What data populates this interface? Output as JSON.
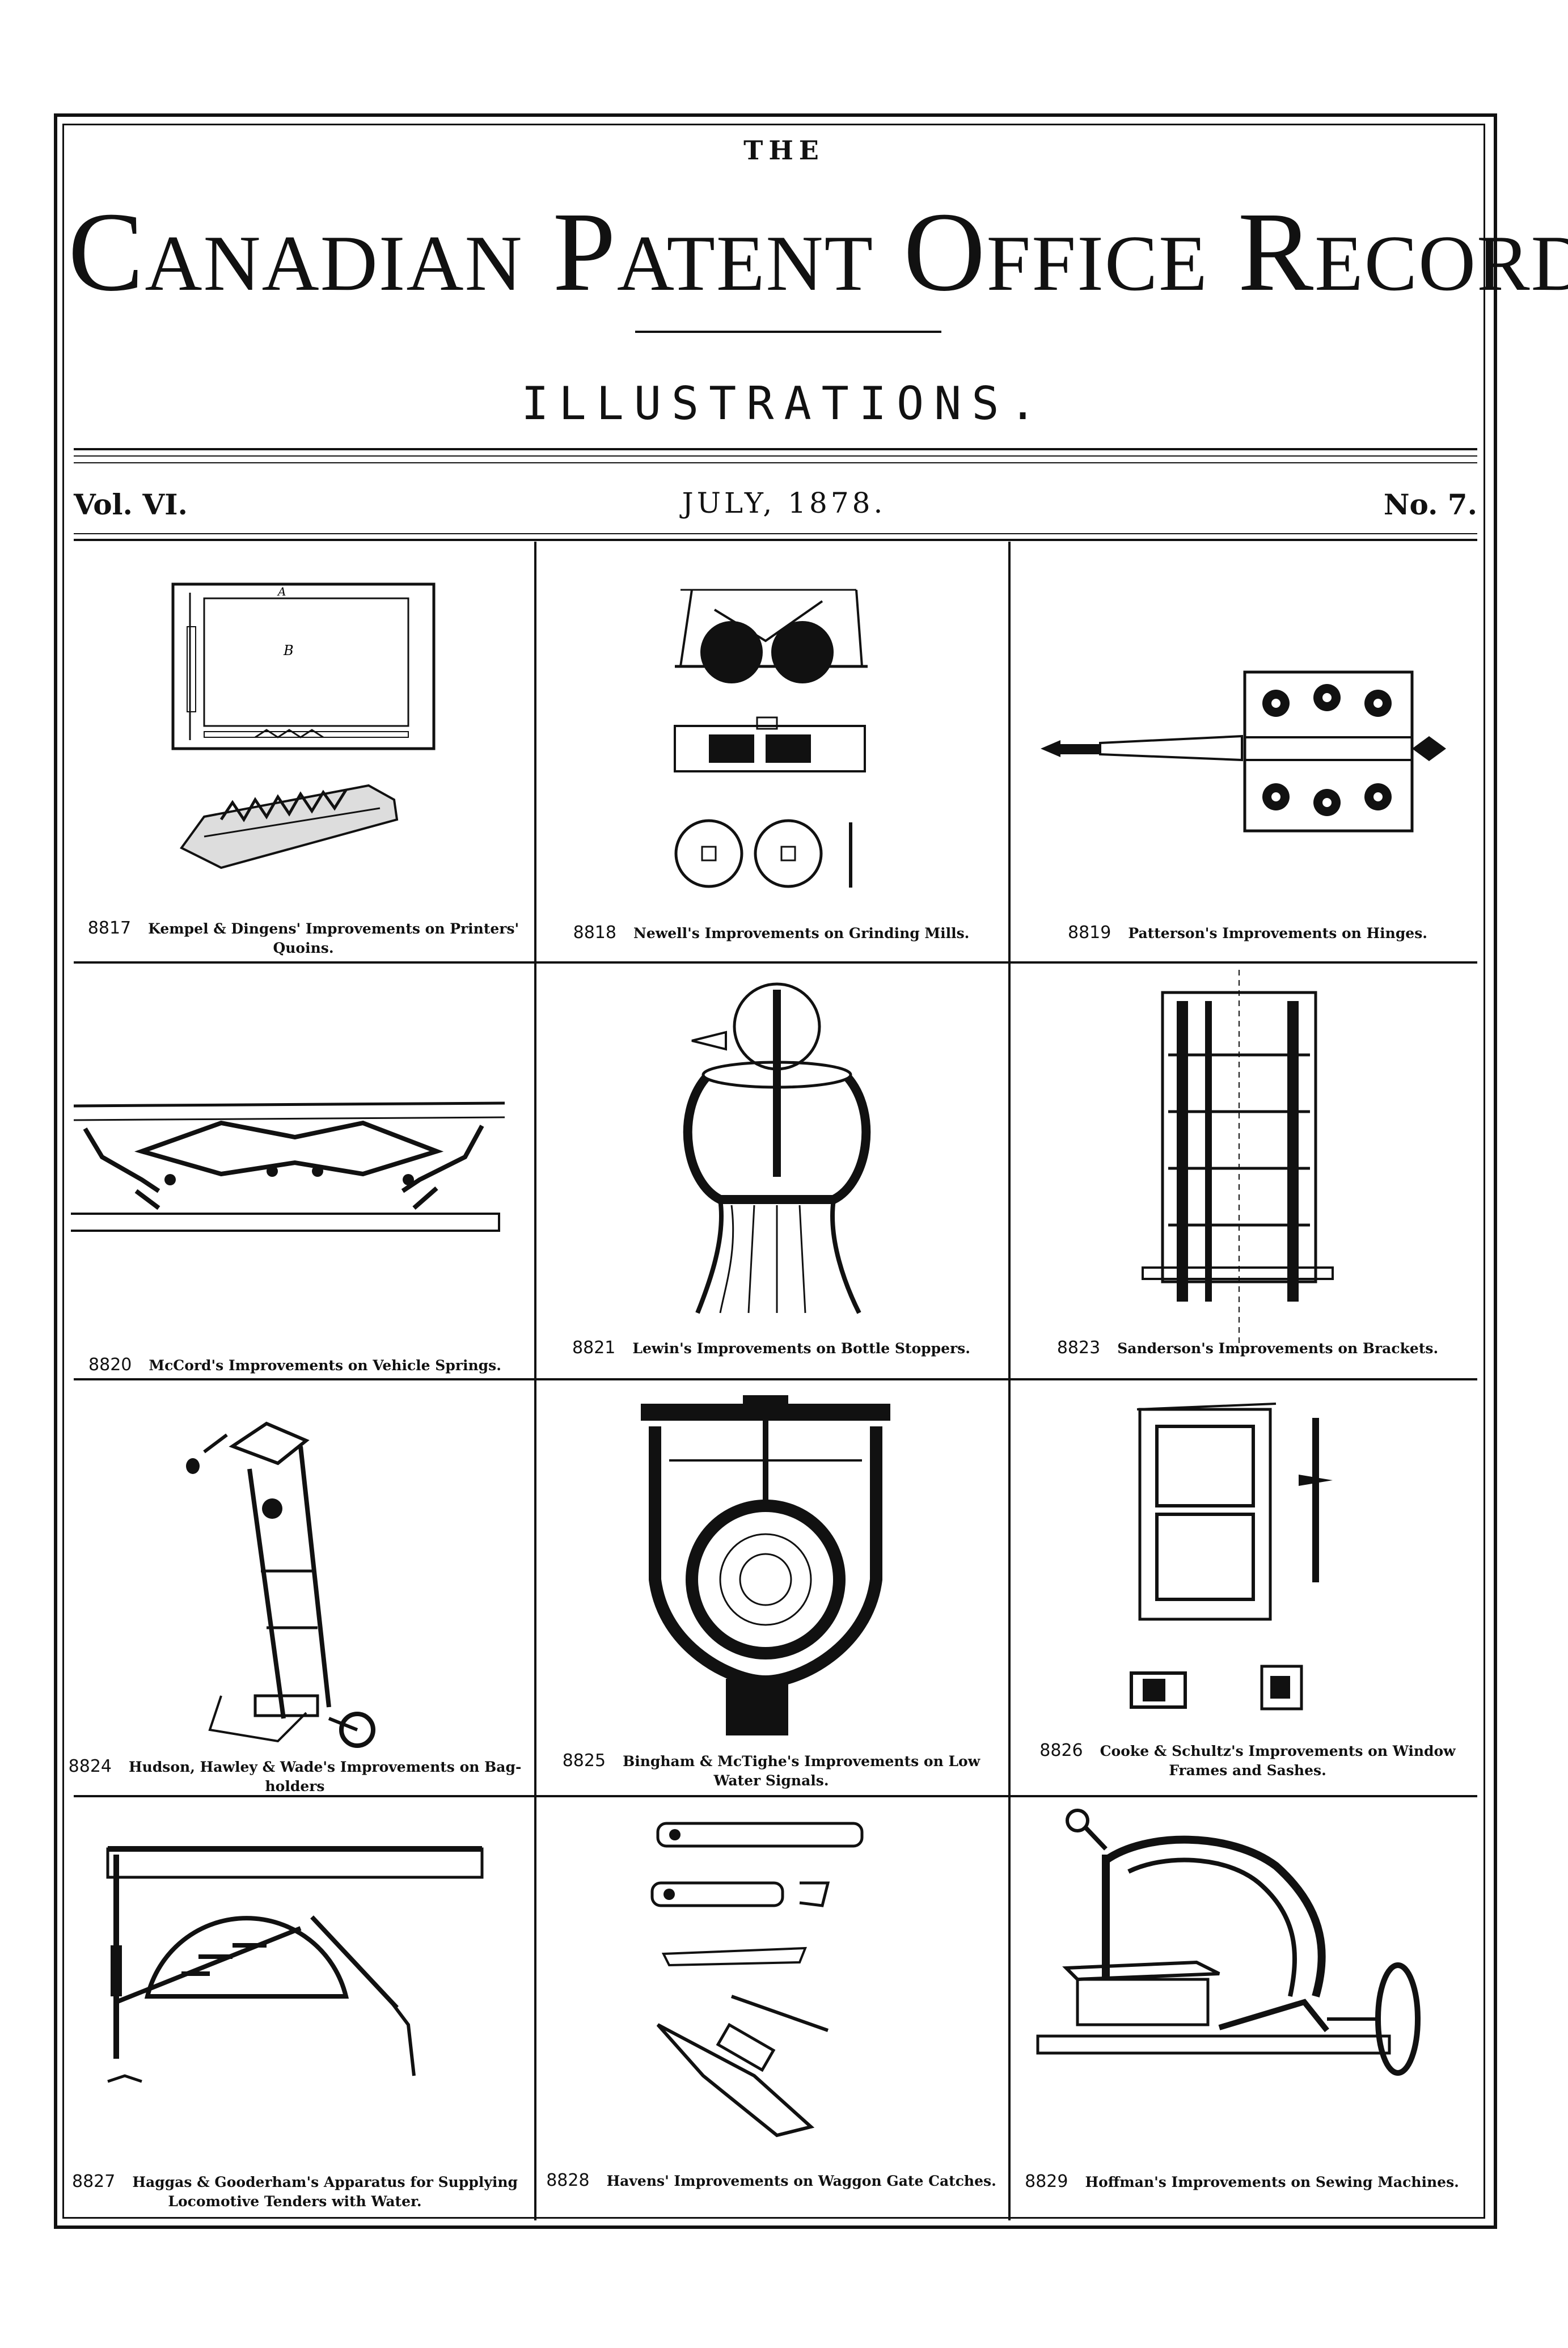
{
  "header": {
    "the": "THE",
    "title": "Canadian Patent Office Record.",
    "subtitle": "ILLUSTRATIONS.",
    "volume": "Vol. VI.",
    "date": "JULY, 1878.",
    "number": "No. 7."
  },
  "patents": [
    {
      "num": "8817",
      "caption": "Kempel & Dingens' Improvements on Printers' Quoins."
    },
    {
      "num": "8818",
      "caption": "Newell's Improvements on Grinding Mills."
    },
    {
      "num": "8819",
      "caption": "Patterson's Improvements on Hinges."
    },
    {
      "num": "8820",
      "caption": "McCord's Improvements on Vehicle Springs."
    },
    {
      "num": "8821",
      "caption": "Lewin's Improvements on Bottle Stoppers."
    },
    {
      "num": "8823",
      "caption": "Sanderson's Improvements on Brackets."
    },
    {
      "num": "8824",
      "caption": "Hudson, Hawley & Wade's Improvements on Bag-holders"
    },
    {
      "num": "8825",
      "caption": "Bingham & McTighe's Improvements on Low Water Signals."
    },
    {
      "num": "8826",
      "caption": "Cooke & Schultz's Improvements on Window Frames and Sashes."
    },
    {
      "num": "8827",
      "caption": "Haggas & Gooderham's Apparatus for Supplying Locomotive Tenders with Water."
    },
    {
      "num": "8828",
      "caption": "Havens' Improvements on Waggon Gate Catches."
    },
    {
      "num": "8829",
      "caption": "Hoffman's Improvements on Sewing Machines."
    }
  ]
}
